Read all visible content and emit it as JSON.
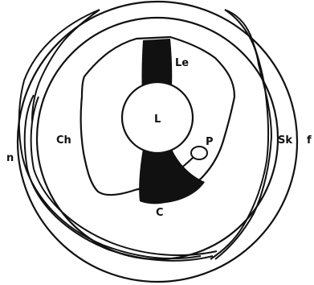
{
  "figure": {
    "labels": {
      "n": "n",
      "ch": "Ch",
      "le": "Le",
      "l": "L",
      "p": "P",
      "c": "C",
      "sk": "Sk",
      "f": "f"
    }
  },
  "colors": {
    "ink": "#111111",
    "background": "#ffffff"
  }
}
